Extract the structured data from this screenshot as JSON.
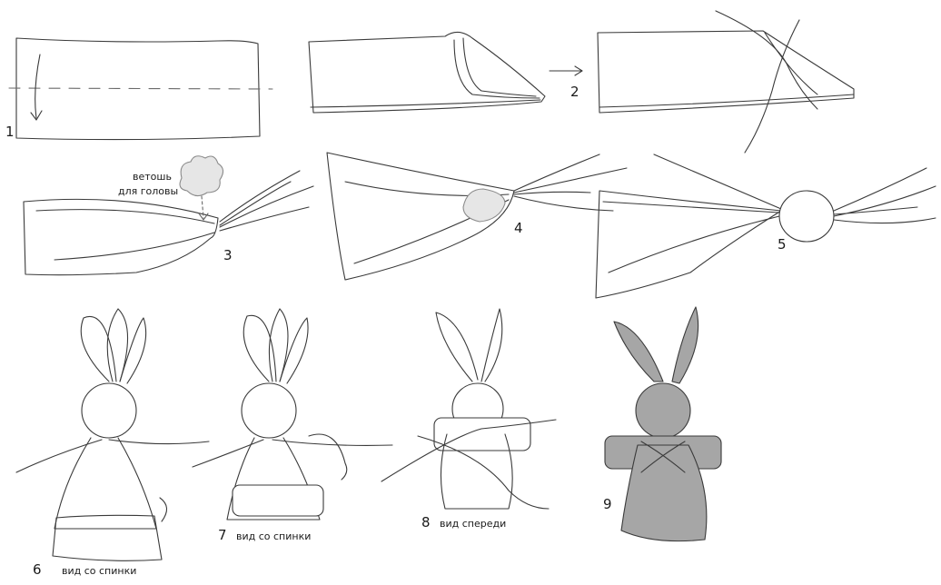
{
  "steps": [
    {
      "number": "1"
    },
    {
      "number": "2"
    },
    {
      "number": "3",
      "note_line1": "ветошь",
      "note_line2": "для головы"
    },
    {
      "number": "4"
    },
    {
      "number": "5"
    },
    {
      "number": "6",
      "caption": "вид со спинки"
    },
    {
      "number": "7",
      "caption": "вид со спинки"
    },
    {
      "number": "8",
      "caption": "вид спереди"
    },
    {
      "number": "9"
    }
  ],
  "colors": {
    "line": "#3a3a3a",
    "light_line": "#8a8a8a",
    "fill_grey": "#a6a6a6",
    "stuffing": "#e6e6e6",
    "background": "#ffffff"
  }
}
